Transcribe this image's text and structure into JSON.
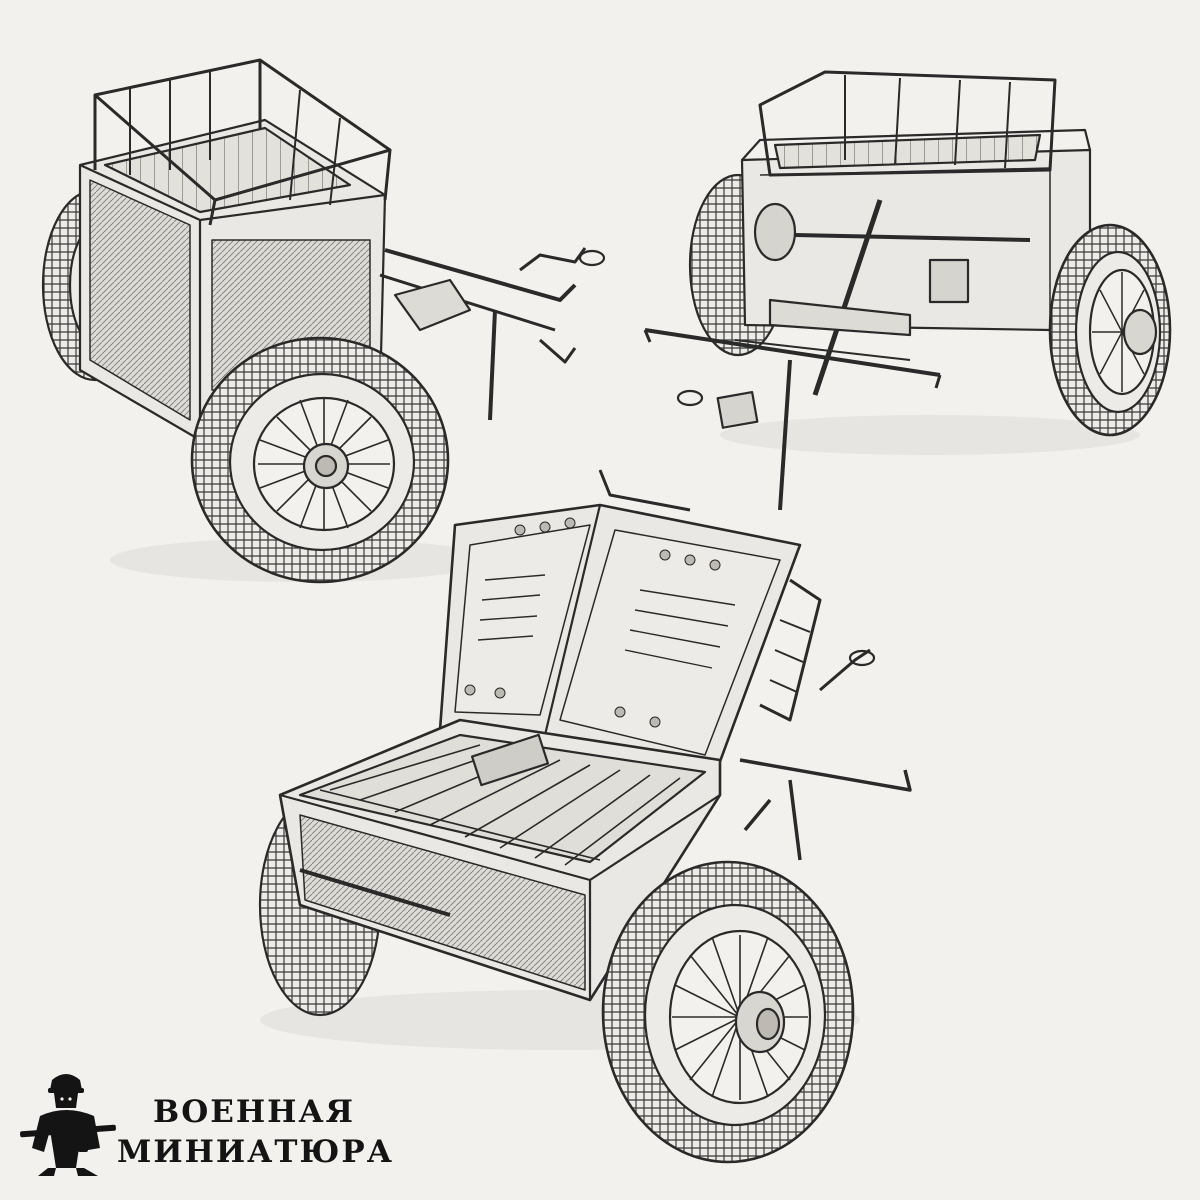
{
  "brand": {
    "line1": "ВОЕННАЯ",
    "line2": "МИНИАТЮРА",
    "logo_icon": "soldier-with-rifle-icon"
  },
  "illustration": {
    "style": "pencil technical drawing",
    "views": [
      "trailer-side-view",
      "trailer-rear-view",
      "trailer-open-lid-view"
    ]
  },
  "colors": {
    "background": "#f2f1ee",
    "ink": "#2a2a2a",
    "logo": "#141414"
  }
}
